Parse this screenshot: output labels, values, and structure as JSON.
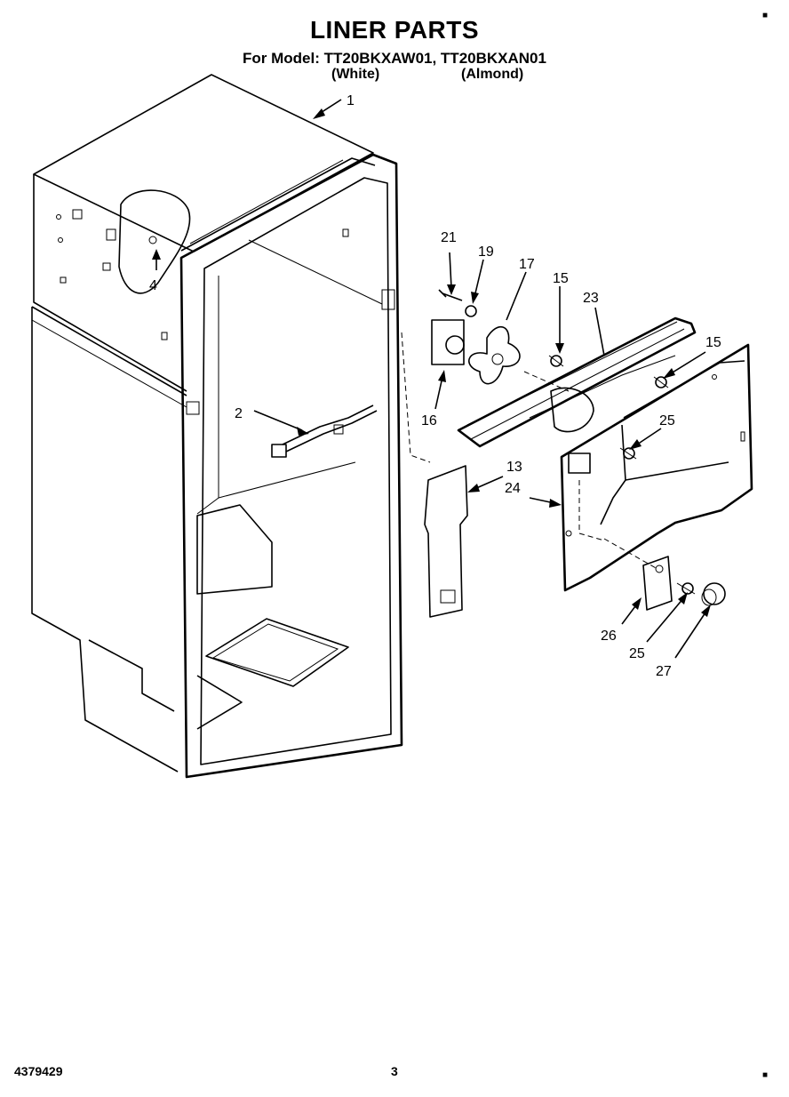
{
  "header": {
    "title": "LINER PARTS",
    "model_line": "For Model: TT20BKXAW01, TT20BKXAN01",
    "color_white": "(White)",
    "color_almond": "(Almond)"
  },
  "footer": {
    "document_number": "4379429",
    "page_number": "3"
  },
  "callouts": [
    "1",
    "4",
    "2",
    "21",
    "19",
    "17",
    "15",
    "23",
    "15",
    "16",
    "25",
    "13",
    "24",
    "26",
    "25",
    "27"
  ]
}
